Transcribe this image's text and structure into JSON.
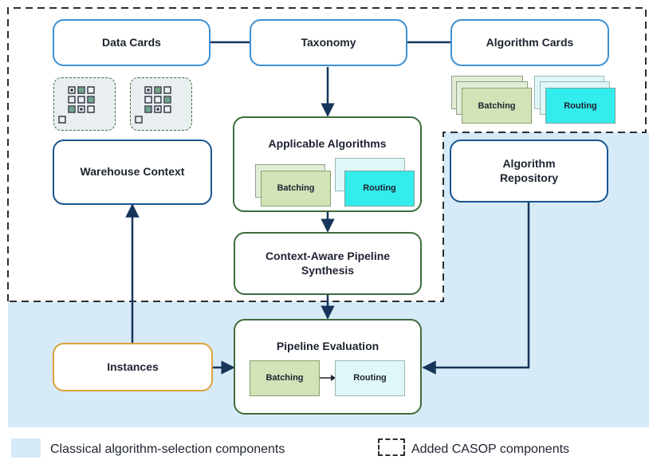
{
  "nodes": {
    "data_cards": "Data Cards",
    "taxonomy": "Taxonomy",
    "algorithm_cards": "Algorithm Cards",
    "warehouse_context": "Warehouse Context",
    "applicable_algorithms": "Applicable Algorithms",
    "algorithm_repository": "Algorithm Repository",
    "pipeline_synthesis": "Context-Aware Pipeline Synthesis",
    "instances": "Instances",
    "pipeline_evaluation": "Pipeline Evaluation"
  },
  "cards": {
    "batching": "Batching",
    "routing": "Routing"
  },
  "legend": {
    "classical": "Classical algorithm-selection components",
    "added": "Added CASOP components"
  },
  "colors": {
    "shade": "#d7eaf8",
    "blue_border": "#3d90d2",
    "navy_border": "#17558f",
    "green_border": "#3f6b3c",
    "orange_border": "#dca23c",
    "arrow": "#17355a",
    "batching_fill": "#d2e3b7",
    "routing_fill": "#33ecec"
  }
}
